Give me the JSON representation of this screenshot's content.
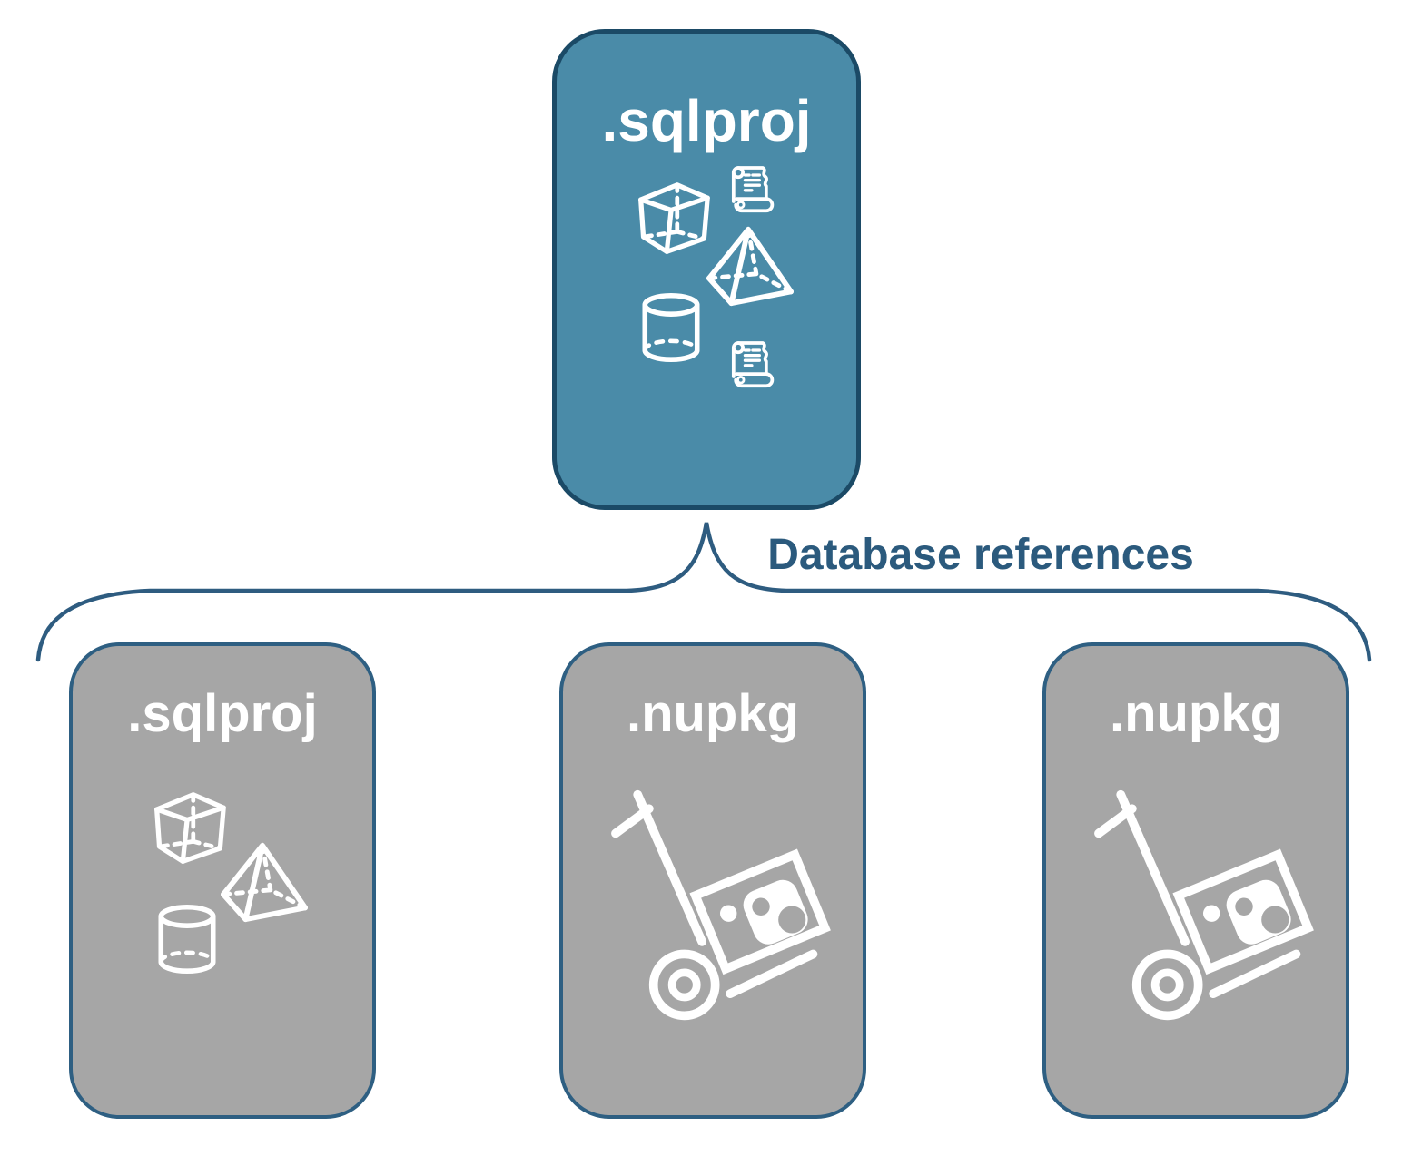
{
  "diagram": {
    "root_node": {
      "label": ".sqlproj"
    },
    "connector_label": "Database references",
    "child_nodes": [
      {
        "label": ".sqlproj",
        "type": "sqlproj-project"
      },
      {
        "label": ".nupkg",
        "type": "nuget-package"
      },
      {
        "label": ".nupkg",
        "type": "nuget-package"
      }
    ],
    "icons": {
      "root": [
        "script-scroll-icon",
        "cube-icon",
        "pyramid-icon",
        "database-cylinder-icon",
        "script-scroll-icon"
      ],
      "sqlproj_child": [
        "cube-icon",
        "pyramid-icon",
        "database-cylinder-icon"
      ],
      "nupkg_child": [
        "package-dolly-icon"
      ]
    },
    "colors": {
      "root_fill": "#4a8ba8",
      "root_border": "#1b4a66",
      "child_fill": "#a6a6a6",
      "child_border": "#2e5f82",
      "connector_stroke": "#2e5c80",
      "label_text": "#2b5a7d",
      "node_text": "#ffffff",
      "background": "#ffffff"
    }
  }
}
